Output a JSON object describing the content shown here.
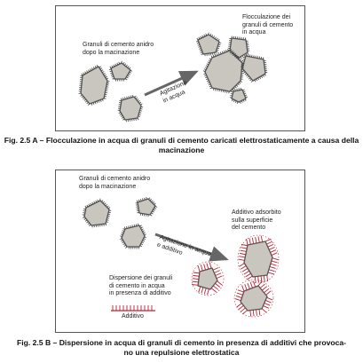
{
  "fig_a": {
    "label_dry": "Granuli di cemento anidro\ndopo la macinazione",
    "label_floc": "Flocculazione dei\ngranuli di cemento\nin acqua",
    "label_arrow": "Agitazione\nin acqua",
    "caption": "Fig. 2.5 A – Flocculazione in acqua di granuli di cemento caricati elettrostaticamente a causa della macinazione"
  },
  "fig_b": {
    "label_dry": "Granuli di cemento anidro\ndopo la macinazione",
    "label_adsorbed": "Additivo adsorbito\nsulla superficie\ndel cemento",
    "label_arrow": "Agitazione in acqua\ne additivo",
    "label_dispersion": "Dispersione dei granuli\ndi cemento in acqua\nin presenza di additivo",
    "label_additive": "Additivo",
    "caption": "Fig. 2.5 B – Dispersione in acqua di granuli di cemento in presenza di additivi che provoca-\nno una repulsione elettrostatica"
  },
  "colors": {
    "grain_fill": "#c8c6be",
    "grain_stroke": "#555555",
    "additive": "#c02030",
    "arrow": "#666666"
  }
}
